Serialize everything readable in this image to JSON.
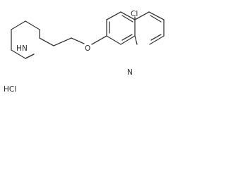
{
  "molecule": {
    "atoms": {
      "chlorine": "Cl",
      "ether_oxygen": "O",
      "quinoline_nitrogen": "N",
      "piperidine_nitrogen": "N",
      "piperidine_hydrogen": "H"
    },
    "salt": "HCl"
  }
}
